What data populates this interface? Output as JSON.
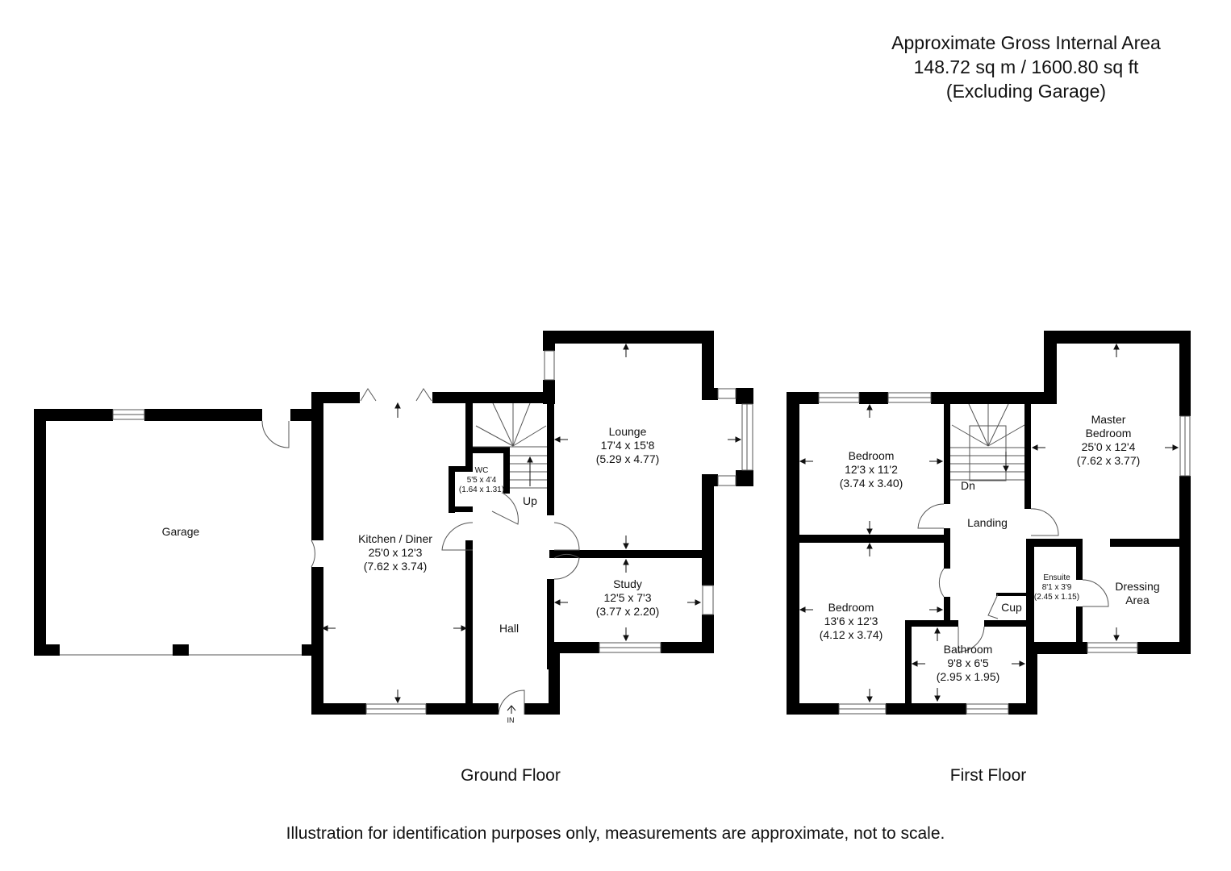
{
  "area": {
    "title": "Approximate Gross Internal Area",
    "value": "148.72 sq m / 1600.80 sq ft",
    "note": "(Excluding Garage)"
  },
  "ground_floor": {
    "label": "Ground Floor",
    "rooms": [
      {
        "name": "Garage",
        "imperial": "",
        "metric": ""
      },
      {
        "name": "Kitchen / Diner",
        "imperial": "25'0 x 12'3",
        "metric": "(7.62 x 3.74)"
      },
      {
        "name": "WC",
        "imperial": "5'5 x 4'4",
        "metric": "(1.64 x 1.31)"
      },
      {
        "name": "Lounge",
        "imperial": "17'4 x 15'8",
        "metric": "(5.29 x 4.77)"
      },
      {
        "name": "Study",
        "imperial": "12'5 x 7'3",
        "metric": "(3.77 x 2.20)"
      },
      {
        "name": "Hall",
        "imperial": "",
        "metric": ""
      }
    ],
    "stairs_label": "Up",
    "entrance_label": "IN"
  },
  "first_floor": {
    "label": "First Floor",
    "rooms": [
      {
        "name": "Bedroom",
        "imperial": "12'3 x 11'2",
        "metric": "(3.74 x 3.40)"
      },
      {
        "name": "Master",
        "name2": "Bedroom",
        "imperial": "25'0 x 12'4",
        "metric": "(7.62 x 3.77)"
      },
      {
        "name": "Landing",
        "imperial": "",
        "metric": ""
      },
      {
        "name": "Bedroom",
        "imperial": "13'6 x 12'3",
        "metric": "(4.12 x 3.74)"
      },
      {
        "name": "Bathroom",
        "imperial": "9'8 x 6'5",
        "metric": "(2.95 x 1.95)"
      },
      {
        "name": "Ensuite",
        "imperial": "8'1 x 3'9",
        "metric": "(2.45 x 1.15)"
      },
      {
        "name": "Dressing",
        "name2": "Area",
        "imperial": "",
        "metric": ""
      },
      {
        "name": "Cup",
        "imperial": "",
        "metric": ""
      }
    ],
    "stairs_label": "Dn"
  },
  "disclaimer": "Illustration for identification purposes only, measurements are approximate, not to scale.",
  "colors": {
    "wall": "#000000",
    "background": "#ffffff",
    "text": "#111111",
    "line": "#555555"
  }
}
